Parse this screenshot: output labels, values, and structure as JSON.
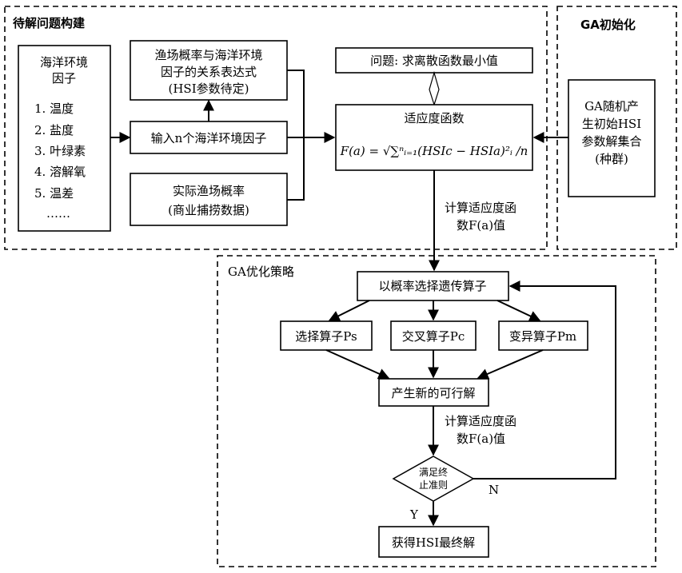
{
  "sections": {
    "problem": "待解问题构建",
    "ga_init": "GA初始化",
    "ga_opt": "GA优化策略"
  },
  "factors": {
    "title_1": "海洋环境",
    "title_2": "因子",
    "items": [
      "1. 温度",
      "2. 盐度",
      "3. 叶绿素",
      "4. 溶解氧",
      "5. 温差",
      "……"
    ]
  },
  "relation_box": [
    "渔场概率与海洋环境",
    "因子的关系表达式",
    "(HSI参数待定)"
  ],
  "input_box": "输入n个海洋环境因子",
  "actual_box": [
    "实际渔场概率",
    "(商业捕捞数据)"
  ],
  "problem_box": "问题: 求离散函数最小值",
  "fitness_box": {
    "title": "适应度函数",
    "formula": "F(a) = √∑ⁿᵢ₌₁(HSIc − HSIa)²ᵢ /n"
  },
  "ga_random_box": [
    "GA随机产",
    "生初始HSI",
    "参数解集合",
    "(种群)"
  ],
  "calc_label_1": [
    "计算适应度函",
    "数F(a)值"
  ],
  "select_genetic_box": "以概率选择遗传算子",
  "operators": [
    {
      "label": "选择算子Ps"
    },
    {
      "label": "交叉算子Pc"
    },
    {
      "label": "变异算子Pm"
    }
  ],
  "new_solution_box": "产生新的可行解",
  "calc_label_2": [
    "计算适应度函",
    "数F(a)值"
  ],
  "decision": [
    "满足终",
    "止准则"
  ],
  "yes_label": "Y",
  "no_label": "N",
  "final_box": "获得HSI最终解"
}
